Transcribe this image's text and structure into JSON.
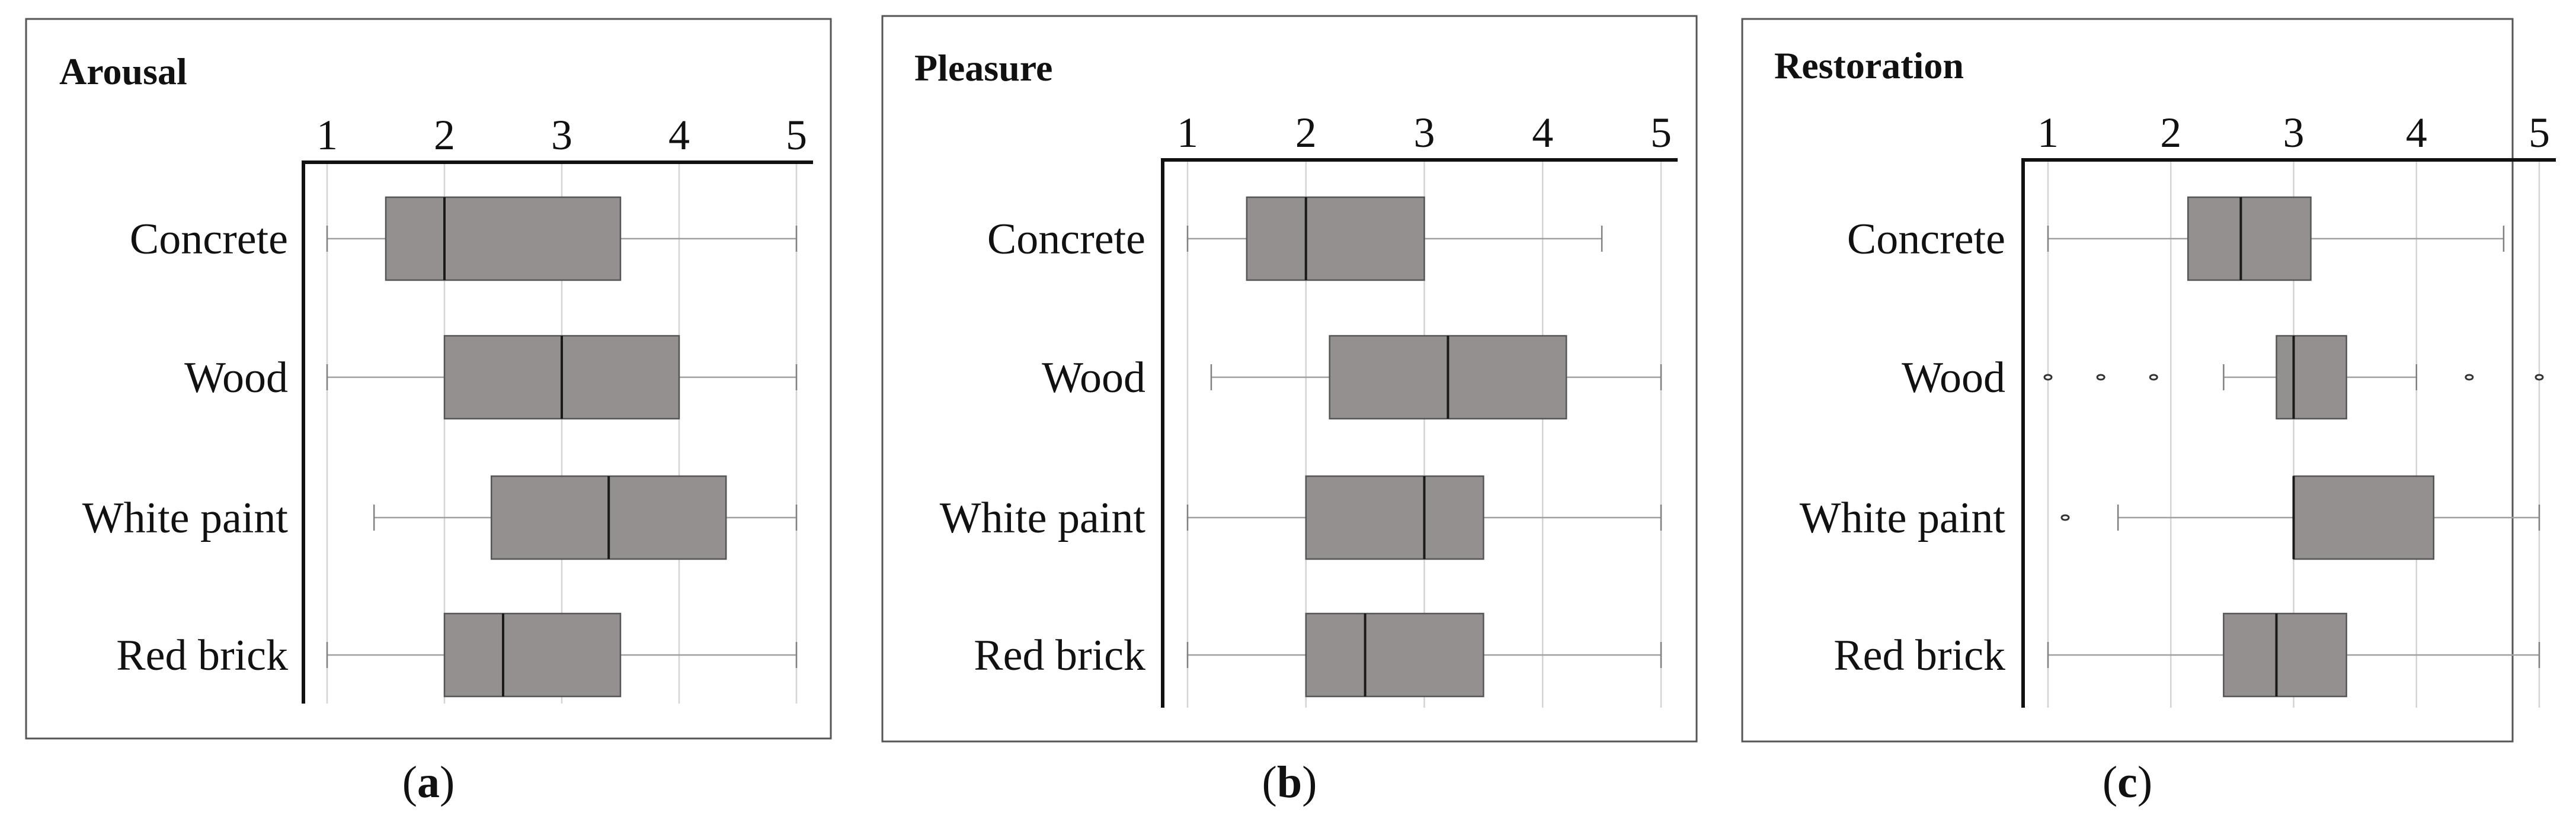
{
  "chart_data": [
    {
      "type": "box",
      "title": "Arousal",
      "caption": "a",
      "xlim": [
        1,
        5
      ],
      "x_ticks": [
        "1",
        "2",
        "3",
        "4",
        "5"
      ],
      "grid": true,
      "categories": [
        "Concrete",
        "Wood",
        "White paint",
        "Red brick"
      ],
      "boxes": [
        {
          "min": 1.0,
          "q1": 1.5,
          "median": 2.0,
          "q3": 3.5,
          "max": 5.0,
          "outliers": []
        },
        {
          "min": 1.0,
          "q1": 2.0,
          "median": 3.0,
          "q3": 4.0,
          "max": 5.0,
          "outliers": []
        },
        {
          "min": 1.4,
          "q1": 2.4,
          "median": 3.4,
          "q3": 4.4,
          "max": 5.0,
          "outliers": []
        },
        {
          "min": 1.0,
          "q1": 2.0,
          "median": 2.5,
          "q3": 3.5,
          "max": 5.0,
          "outliers": []
        }
      ]
    },
    {
      "type": "box",
      "title": "Pleasure",
      "caption": "b",
      "xlim": [
        1,
        5
      ],
      "x_ticks": [
        "1",
        "2",
        "3",
        "4",
        "5"
      ],
      "grid": true,
      "categories": [
        "Concrete",
        "Wood",
        "White paint",
        "Red brick"
      ],
      "boxes": [
        {
          "min": 1.0,
          "q1": 1.5,
          "median": 2.0,
          "q3": 3.0,
          "max": 4.5,
          "outliers": []
        },
        {
          "min": 1.2,
          "q1": 2.2,
          "median": 3.2,
          "q3": 4.2,
          "max": 5.0,
          "outliers": []
        },
        {
          "min": 1.0,
          "q1": 2.0,
          "median": 3.0,
          "q3": 3.5,
          "max": 5.0,
          "outliers": []
        },
        {
          "min": 1.0,
          "q1": 2.0,
          "median": 2.5,
          "q3": 3.5,
          "max": 5.0,
          "outliers": []
        }
      ]
    },
    {
      "type": "box",
      "title": "Restoration",
      "caption": "c",
      "xlim": [
        1,
        5
      ],
      "x_ticks": [
        "1",
        "2",
        "3",
        "4",
        "5"
      ],
      "grid": true,
      "categories": [
        "Concrete",
        "Wood",
        "White paint",
        "Red brick"
      ],
      "boxes": [
        {
          "min": 1.0,
          "q1": 2.14,
          "median": 2.57,
          "q3": 3.14,
          "max": 4.71,
          "outliers": []
        },
        {
          "min": 2.43,
          "q1": 2.86,
          "median": 3.0,
          "q3": 3.43,
          "max": 4.0,
          "outliers": [
            1.0,
            1.43,
            1.86,
            4.43,
            5.0
          ]
        },
        {
          "min": 1.57,
          "q1": 3.0,
          "median": 3.0,
          "q3": 4.14,
          "max": 5.0,
          "outliers": [
            1.14
          ]
        },
        {
          "min": 1.0,
          "q1": 2.43,
          "median": 2.86,
          "q3": 3.43,
          "max": 5.0,
          "outliers": []
        }
      ]
    }
  ]
}
